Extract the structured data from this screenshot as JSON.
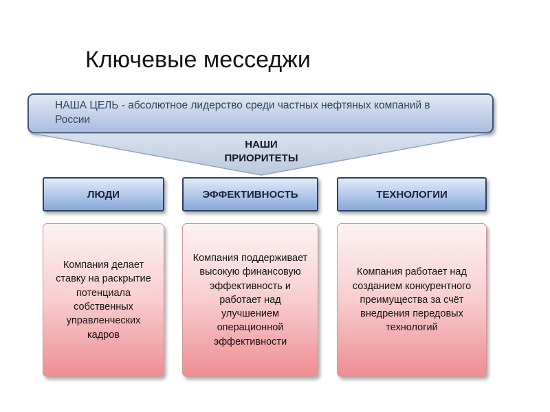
{
  "slide": {
    "title": "Ключевые месседжи",
    "goal": "НАША ЦЕЛЬ - абсолютное лидерство среди частных нефтяных компаний в России",
    "priorities_label": "НАШИ ПРИОРИТЕТЫ",
    "columns": [
      {
        "header": "ЛЮДИ",
        "body": "Компания делает ставку на раскрытие потенциала собственных управленческих кадров"
      },
      {
        "header": "ЭФФЕКТИВНОСТЬ",
        "body": "Компания поддерживает высокую финансовую эффективность и работает над улучшением операционной эффективности"
      },
      {
        "header": "ТЕХНОЛОГИИ",
        "body": "Компания работает над созданием конкурентного преимущества за счёт внедрения передовых технологий"
      }
    ],
    "colors": {
      "goal_border": "#3e5175",
      "goal_fill_top": "#e0e8f4",
      "goal_fill_bottom": "#a9bfde",
      "funnel_fill": "#ccd7e6",
      "header_border": "#2e3e5c",
      "header_fill_top": "#e2ebf7",
      "header_fill_bottom": "#87a8da",
      "body_fill_top": "#fdf3f4",
      "body_fill_bottom": "#ee8e91",
      "text_dark": "#16233c",
      "background": "#ffffff"
    }
  }
}
